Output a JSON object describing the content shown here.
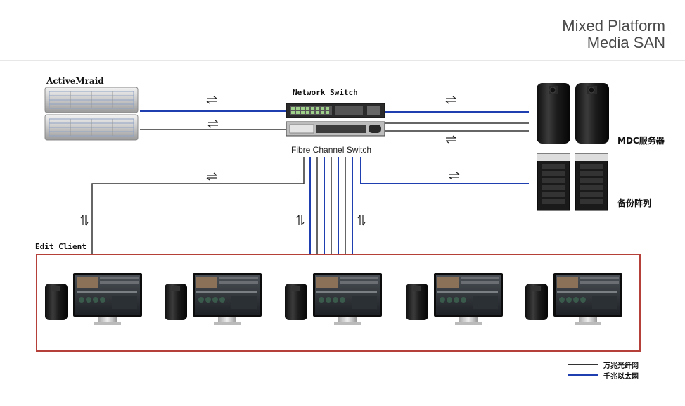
{
  "header": {
    "title_line1": "Mixed Platform",
    "title_line2": "Media SAN"
  },
  "labels": {
    "storage": "ActiveMraid",
    "network_switch": "Network Switch",
    "fc_switch": "Fibre Channel Switch",
    "mdc_servers": "MDC服务器",
    "backup_array": "备份阵列",
    "edit_client": "Edit Client"
  },
  "legend": {
    "fiber": {
      "label": "万兆光纤网",
      "color": "#333333"
    },
    "ethernet": {
      "label": "千兆以太网",
      "color": "#1f3fb0"
    }
  },
  "colors": {
    "ethernet": "#1f3fb0",
    "fiber": "#333333",
    "client_box_border": "#b5403a"
  },
  "icons": {
    "arrow": "bidirectional-arrow-icon"
  }
}
